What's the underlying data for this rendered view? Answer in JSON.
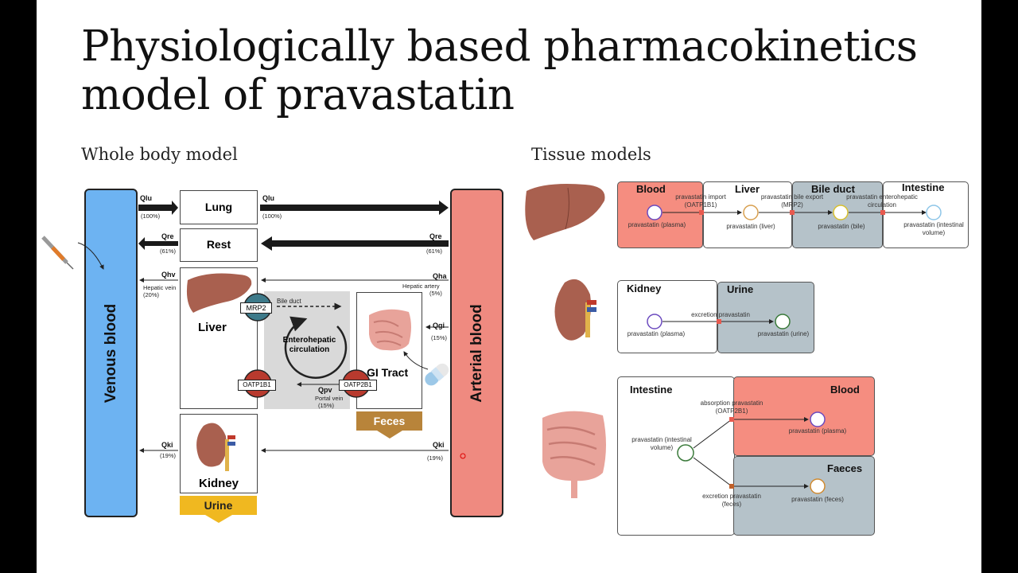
{
  "slide": {
    "title_line1": "Physiologically based pharmacokinetics",
    "title_line2": "model of pravastatin",
    "left_heading": "Whole body model",
    "right_heading": "Tissue models"
  },
  "whole_body": {
    "venous_blood": "Venous blood",
    "arterial_blood": "Arterial blood",
    "lung": "Lung",
    "rest": "Rest",
    "liver": "Liver",
    "gi_tract": "GI Tract",
    "kidney": "Kidney",
    "feces": "Feces",
    "urine": "Urine",
    "enterohepatic": "Enterohepatic circulation",
    "mrp2": "MRP2",
    "oatp1b1": "OATP1B1",
    "oatp2b1": "OATP2B1",
    "bile_duct": "Bile duct",
    "flows": {
      "qlu_left": "Qlu",
      "qlu_left_pct": "(100%)",
      "qlu_right": "Qlu",
      "qlu_right_pct": "(100%)",
      "qre_left": "Qre",
      "qre_left_pct": "(61%)",
      "qre_right": "Qre",
      "qre_right_pct": "(61%)",
      "qhv": "Qhv",
      "qhv_sub": "Hepatic vein",
      "qhv_pct": "(20%)",
      "qha": "Qha",
      "qha_sub": "Hepatic artery",
      "qha_pct": "(5%)",
      "qgi": "Qgi",
      "qgi_pct": "(15%)",
      "qpv": "Qpv",
      "qpv_sub": "Portal vein",
      "qpv_pct": "(15%)",
      "qki_left": "Qki",
      "qki_left_pct": "(19%)",
      "qki_right": "Qki",
      "qki_right_pct": "(19%)"
    }
  },
  "tissue_liver": {
    "blood": "Blood",
    "liver": "Liver",
    "bile_duct": "Bile duct",
    "intestine": "Intestine",
    "import": "pravastatin import (OATP1B1)",
    "bile_export": "pravastatin bile export (MRP2)",
    "enterohepatic": "pravastatin enterohepatic circulation",
    "plasma": "pravastatin (plasma)",
    "liver_node": "pravastatin (liver)",
    "bile_node": "pravastatin (bile)",
    "intestinal_node": "pravastatin (intestinal volume)"
  },
  "tissue_kidney": {
    "kidney": "Kidney",
    "urine": "Urine",
    "excretion": "excretion pravastatin",
    "plasma": "pravastatin (plasma)",
    "urine_node": "pravastatin (urine)"
  },
  "tissue_intestine": {
    "intestine": "Intestine",
    "blood": "Blood",
    "faeces": "Faeces",
    "absorption": "absorption pravastatin (OATP2B1)",
    "excretion": "excretion pravastatin (feces)",
    "intestinal_node": "pravastatin (intestinal volume)",
    "plasma": "pravastatin (plasma)",
    "feces_node": "pravastatin (feces)"
  },
  "colors": {
    "venous": "#6db3f2",
    "arterial": "#ef8a80",
    "transporter": "#3d7a8a",
    "transporter_red": "#b83a2e",
    "urine": "#f0b820",
    "feces": "#b8843a",
    "blood_panel": "#f58d80",
    "grey_panel": "#b5c2c9"
  }
}
